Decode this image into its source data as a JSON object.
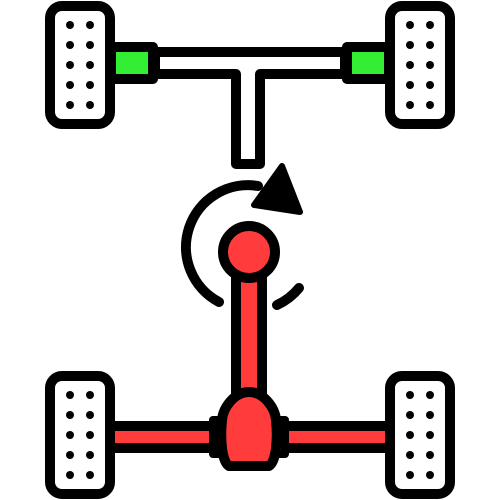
{
  "icon": {
    "name": "rear-wheel-drive-drivetrain-icon",
    "colors": {
      "outline": "#000000",
      "background": "#ffffff",
      "front_hub": "#33ee33",
      "rear_drivetrain": "#ff3b3b"
    },
    "parts": {
      "wheels": [
        "front-left",
        "front-right",
        "rear-left",
        "rear-right"
      ],
      "front_axle": "front-axle",
      "driveshaft": "driveshaft",
      "differential": "rear-differential",
      "rotation_arrow": "rotation-arrow"
    }
  }
}
